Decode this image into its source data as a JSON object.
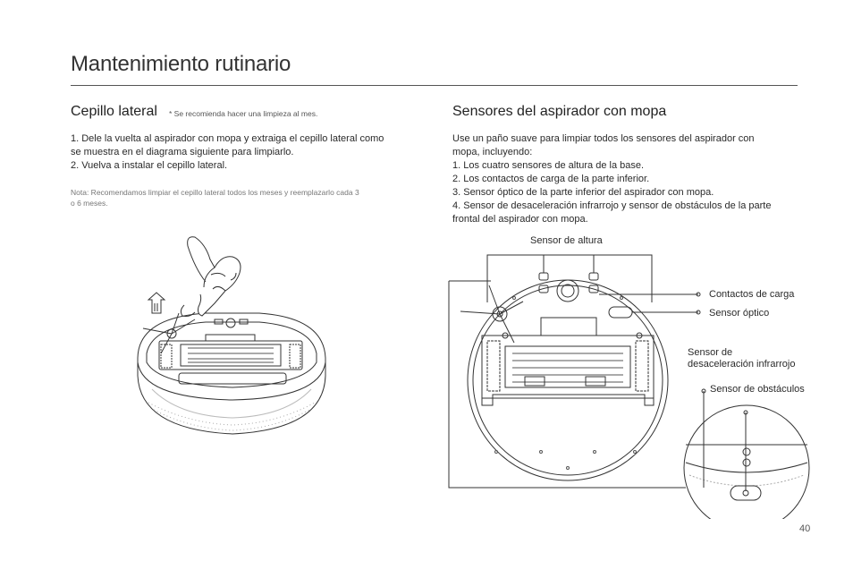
{
  "page": {
    "title": "Mantenimiento rutinario",
    "page_number": "40"
  },
  "left": {
    "heading": "Cepillo lateral",
    "recommendation": "* Se recomienda hacer una limpieza al mes.",
    "steps": [
      "1. Dele la vuelta al aspirador con mopa y extraiga el cepillo lateral como",
      "se muestra en el diagrama siguiente para limpiarlo.",
      "2. Vuelva a instalar el cepillo lateral."
    ],
    "note_lines": [
      "Nota: Recomendamos limpiar el cepillo lateral todos los meses y reemplazarlo cada 3",
      "o 6 meses."
    ]
  },
  "right": {
    "heading": "Sensores del aspirador con mopa",
    "body_lines": [
      "Use un paño suave para limpiar todos los sensores del aspirador con",
      "mopa, incluyendo:",
      "1. Los cuatro sensores de altura de la base.",
      "2. Los contactos de carga de la parte inferior.",
      "3. Sensor óptico de la parte inferior del aspirador con mopa.",
      "4. Sensor de desaceleración infrarrojo y sensor de obstáculos de la parte",
      "frontal del aspirador con mopa."
    ],
    "labels": {
      "height_sensor": "Sensor de altura",
      "charging_contacts": "Contactos de carga",
      "optical_sensor": "Sensor óptico",
      "ir_sensor_line1": "Sensor de",
      "ir_sensor_line2": "desaceleración infrarrojo",
      "obstacle_sensor": "Sensor de obstáculos"
    }
  },
  "colors": {
    "text": "#2a2a2a",
    "rule": "#555555",
    "note": "#777777",
    "line_art": "#333333"
  }
}
